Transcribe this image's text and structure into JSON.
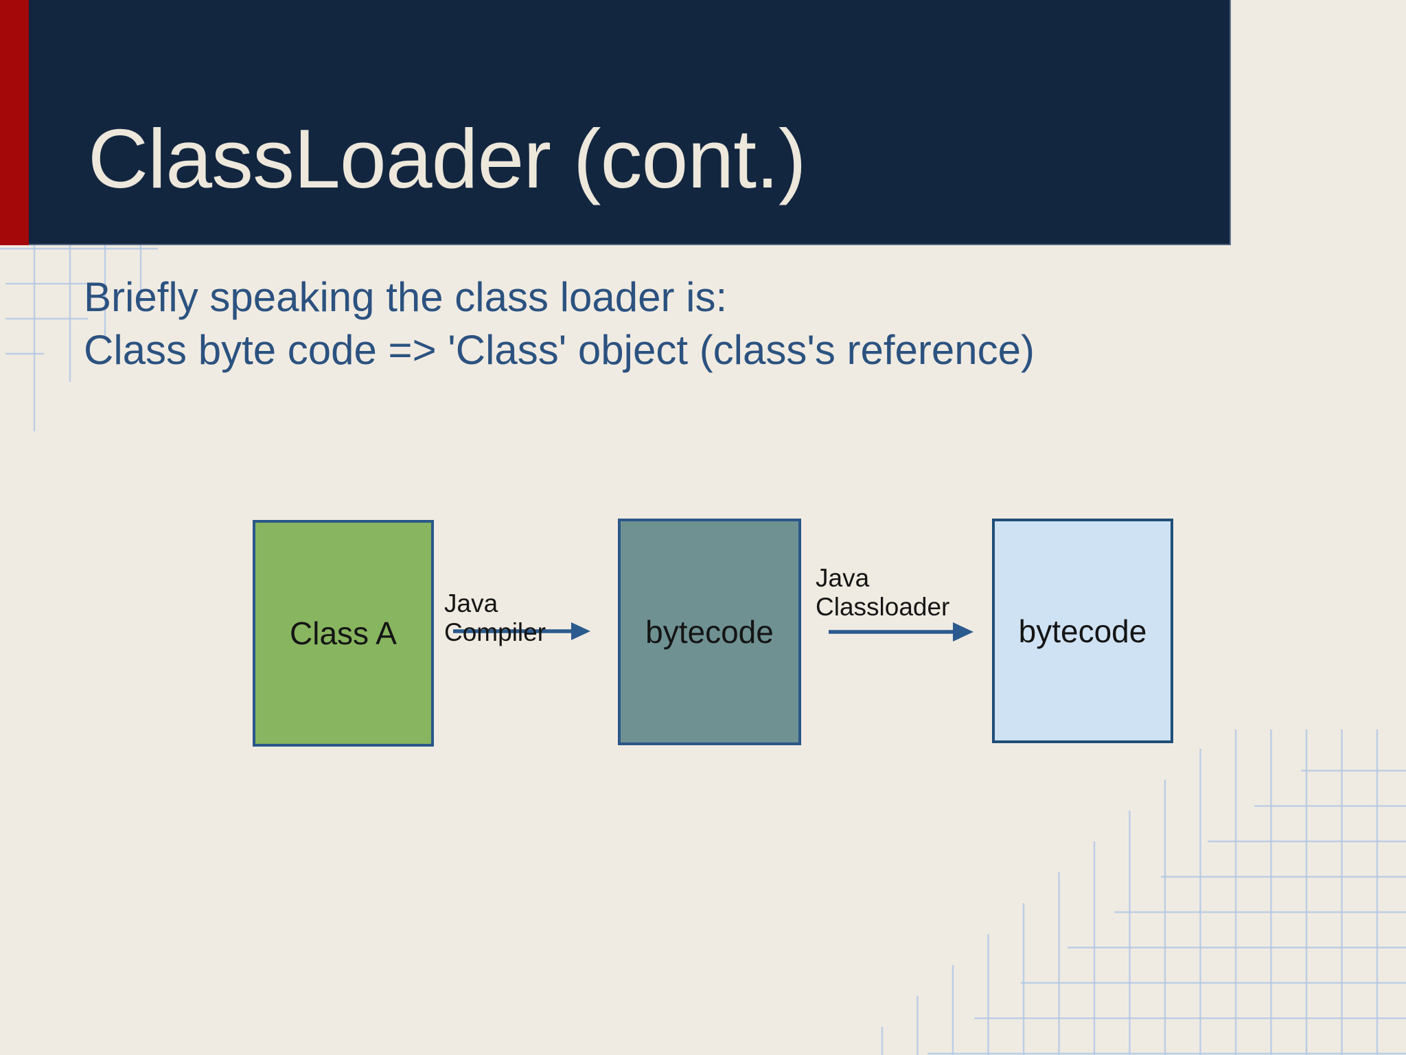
{
  "slide": {
    "header": {
      "title": "ClassLoader (cont.)"
    },
    "body": {
      "lines": [
        "Briefly speaking the class loader is:",
        "Class byte code => 'Class' object (class's reference)"
      ]
    },
    "diagram": {
      "boxes": [
        {
          "label": "Class A",
          "fill": "#88B55F",
          "border": "#2A5789"
        },
        {
          "label": "bytecode",
          "fill": "#6F9192",
          "border": "#2A5789"
        },
        {
          "label": "bytecode",
          "fill": "#CFE2F3",
          "border": "#1F4E79"
        }
      ],
      "arrows": [
        {
          "label_lines": [
            "Java",
            "Compiler"
          ],
          "color": "#2B5A8E"
        },
        {
          "label_lines": [
            "Java",
            "Classloader"
          ],
          "color": "#2B5A8E"
        }
      ]
    },
    "theme_colors": {
      "header_bg": "#132640",
      "accent_bar": "#A40808",
      "slide_bg": "#F0EBE2",
      "title_text": "#EDE8DB",
      "body_text": "#2B5280",
      "grid_lines": "#B3C9E6"
    }
  }
}
